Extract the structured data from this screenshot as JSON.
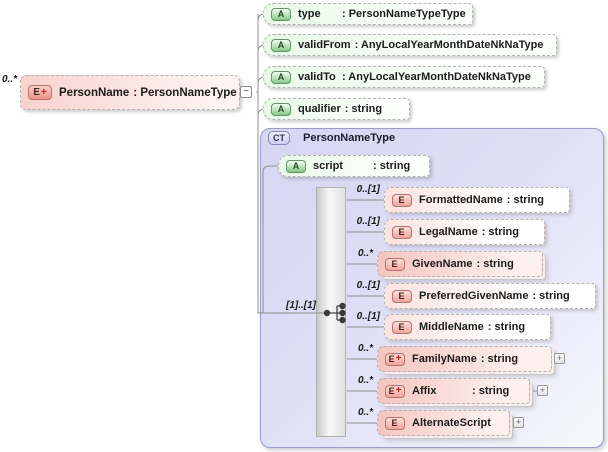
{
  "palette": {
    "attribute_fill": "#e7fae6",
    "element_fill": "#fbe3df",
    "element_multi_fill": "#f5c5bf",
    "complex_type_fill": "#d9d9f5",
    "connector": "#8f8f8f"
  },
  "root_element": {
    "occurrence": "0..*",
    "badge_letter": "E",
    "badge_plus": "+",
    "name": "PersonName",
    "type_label": ": PersonNameType",
    "collapse_glyph": "−"
  },
  "attributes": [
    {
      "badge_letter": "A",
      "name": "type",
      "type_label": ": PersonNameTypeType"
    },
    {
      "badge_letter": "A",
      "name": "validFrom",
      "type_label": ": AnyLocalYearMonthDateNkNaType"
    },
    {
      "badge_letter": "A",
      "name": "validTo",
      "type_label": ": AnyLocalYearMonthDateNkNaType"
    },
    {
      "badge_letter": "A",
      "name": "qualifier",
      "type_label": ": string"
    }
  ],
  "complex_type": {
    "badge_label": "CT",
    "name": "PersonNameType",
    "attribute": {
      "badge_letter": "A",
      "name": "script",
      "type_label": ": string"
    },
    "compositor": {
      "occurrence": "[1]..[1]",
      "kind": "sequence"
    },
    "expand_glyph": "+",
    "children": [
      {
        "occurrence": "0..[1]",
        "badge_letter": "E",
        "badge_plus": "",
        "name": "FormattedName",
        "type_label": ": string"
      },
      {
        "occurrence": "0..[1]",
        "badge_letter": "E",
        "badge_plus": "",
        "name": "LegalName",
        "type_label": ": string"
      },
      {
        "occurrence": "0..*",
        "badge_letter": "E",
        "badge_plus": "",
        "name": "GivenName",
        "type_label": ": string"
      },
      {
        "occurrence": "0..[1]",
        "badge_letter": "E",
        "badge_plus": "",
        "name": "PreferredGivenName",
        "type_label": ": string"
      },
      {
        "occurrence": "0..[1]",
        "badge_letter": "E",
        "badge_plus": "",
        "name": "MiddleName",
        "type_label": ": string"
      },
      {
        "occurrence": "0..*",
        "badge_letter": "E",
        "badge_plus": "+",
        "name": "FamilyName",
        "type_label": ": string"
      },
      {
        "occurrence": "0..*",
        "badge_letter": "E",
        "badge_plus": "+",
        "name": "Affix",
        "type_label": ": string"
      },
      {
        "occurrence": "0..*",
        "badge_letter": "E",
        "badge_plus": "",
        "name": "AlternateScript",
        "type_label": ""
      }
    ]
  }
}
